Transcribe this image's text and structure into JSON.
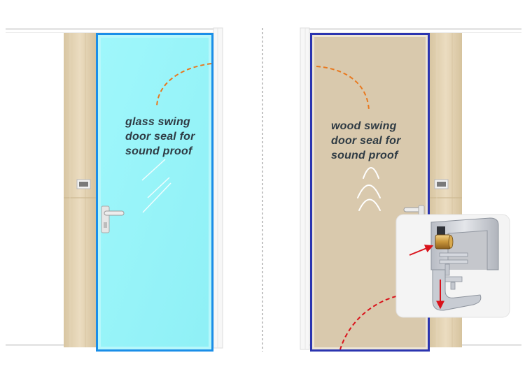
{
  "glass_door": {
    "label_lines": [
      "glass swing",
      "door seal for",
      "sound proof"
    ],
    "glass_color": "#9bf5fa",
    "frame_color": "#1a8ee8"
  },
  "wood_door": {
    "label_lines": [
      "wood swing",
      "door seal for",
      "sound proof"
    ],
    "panel_color": "#d9c9ad",
    "frame_color": "#2b34b0"
  },
  "colors": {
    "swing_arc": "#e8781e",
    "seal_pointer": "#d9121b",
    "wall_wood": "#e3d3b4",
    "divider": "#8a8a8a"
  },
  "icons": [
    "door-handle-icon",
    "light-switch-icon",
    "sound-wave-icon",
    "seal-profile-icon",
    "arrow-icon"
  ]
}
